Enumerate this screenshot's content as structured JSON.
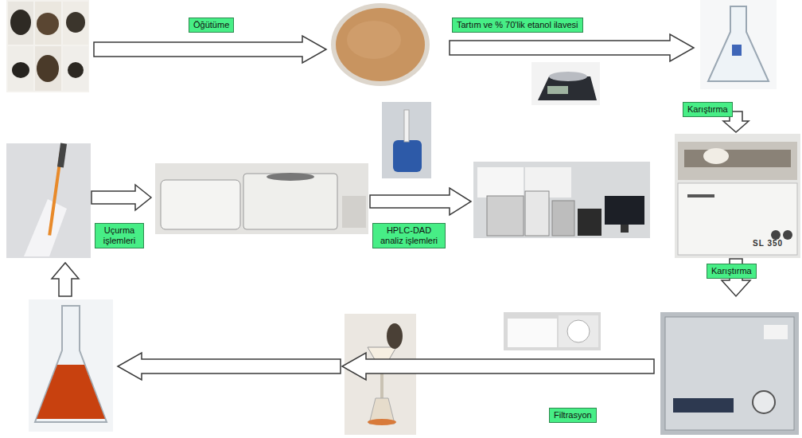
{
  "diagram": {
    "nodes": [
      {
        "text": [
          "Öğütüme"
        ]
      },
      {
        "text": [
          "Tartım ve % 70'lik etanol ilavesi"
        ]
      },
      {
        "text": [
          "Karıştırma"
        ]
      },
      {
        "text": [
          "Karıştırma"
        ]
      },
      {
        "text": [
          "Filtrasyon"
        ]
      },
      {
        "text": [
          "Uçurma işlemleri"
        ]
      },
      {
        "text": [
          "HPLC-DAD analiz işlemleri"
        ]
      }
    ],
    "labels": [
      "SL 350"
    ]
  }
}
